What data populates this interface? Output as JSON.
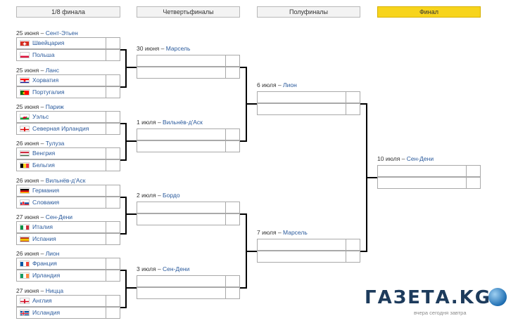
{
  "headers": [
    "1/8 финала",
    "Четвертьфиналы",
    "Полуфиналы",
    "Финал"
  ],
  "r16": [
    {
      "date": "25 июня",
      "city": "Сент-Этьен",
      "teams": [
        {
          "name": "Швейцария",
          "flag": "ch"
        },
        {
          "name": "Польша",
          "flag": "pl"
        }
      ]
    },
    {
      "date": "25 июня",
      "city": "Ланс",
      "teams": [
        {
          "name": "Хорватия",
          "flag": "hr"
        },
        {
          "name": "Португалия",
          "flag": "pt"
        }
      ]
    },
    {
      "date": "25 июня",
      "city": "Париж",
      "teams": [
        {
          "name": "Уэльс",
          "flag": "wal"
        },
        {
          "name": "Северная Ирландия",
          "flag": "nir"
        }
      ]
    },
    {
      "date": "26 июня",
      "city": "Тулуза",
      "teams": [
        {
          "name": "Венгрия",
          "flag": "hu"
        },
        {
          "name": "Бельгия",
          "flag": "be"
        }
      ]
    },
    {
      "date": "26 июня",
      "city": "Вильнёв-д'Аск",
      "teams": [
        {
          "name": "Германия",
          "flag": "de"
        },
        {
          "name": "Словакия",
          "flag": "sk"
        }
      ]
    },
    {
      "date": "27 июня",
      "city": "Сен-Дени",
      "teams": [
        {
          "name": "Италия",
          "flag": "it"
        },
        {
          "name": "Испания",
          "flag": "es"
        }
      ]
    },
    {
      "date": "26 июня",
      "city": "Лион",
      "teams": [
        {
          "name": "Франция",
          "flag": "fr"
        },
        {
          "name": "Ирландия",
          "flag": "ie"
        }
      ]
    },
    {
      "date": "27 июня",
      "city": "Ницца",
      "teams": [
        {
          "name": "Англия",
          "flag": "en"
        },
        {
          "name": "Исландия",
          "flag": "is"
        }
      ]
    }
  ],
  "qf": [
    {
      "date": "30 июня",
      "city": "Марсель"
    },
    {
      "date": "1 июля",
      "city": "Вильнёв-д'Аск"
    },
    {
      "date": "2 июля",
      "city": "Бордо"
    },
    {
      "date": "3 июля",
      "city": "Сен-Дени"
    }
  ],
  "sf": [
    {
      "date": "6 июля",
      "city": "Лион"
    },
    {
      "date": "7 июля",
      "city": "Марсель"
    }
  ],
  "final": {
    "date": "10 июля",
    "city": "Сен-Дени"
  },
  "watermark": {
    "logo": "ГАЗЕТА.KG",
    "tagline": "вчера сегодня завтра"
  },
  "colors": {
    "final_header": "#f7d41c",
    "link": "#2a5a9c",
    "border": "#a9a9a9",
    "connector": "#000000"
  }
}
